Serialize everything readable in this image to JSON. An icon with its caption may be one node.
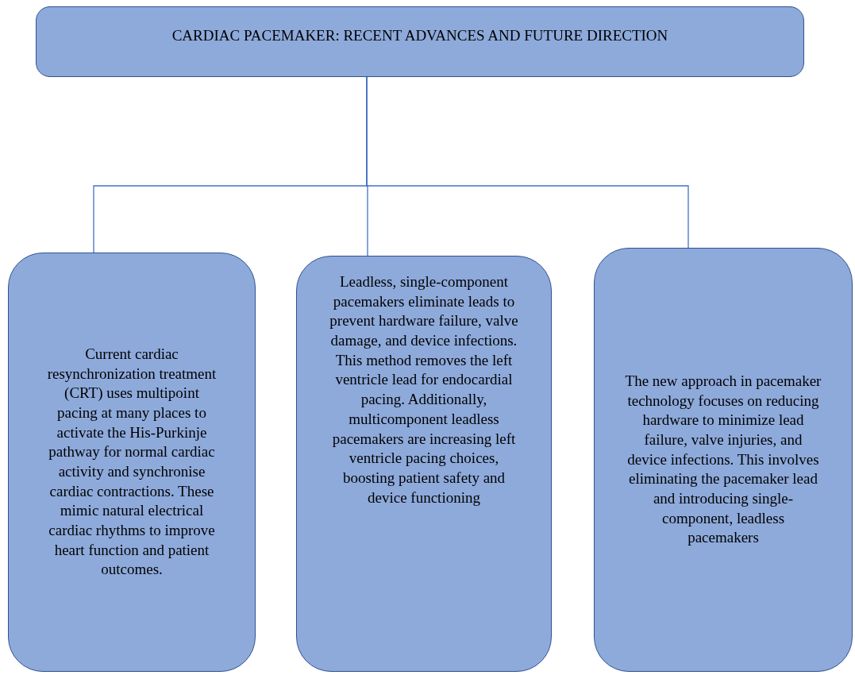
{
  "diagram": {
    "nodes": [
      {
        "text": [
          "CARDIAC PACEMAKER: RECENT ADVANCES AND FUTURE DIRECTION"
        ]
      },
      {
        "text": [
          "Current cardiac resynchronization treatment (CRT) uses multipoint pacing at many places to activate the His-Purkinje pathway for normal cardiac activity and synchronise cardiac contractions. These mimic natural electrical cardiac rhythms to improve heart function and patient outcomes."
        ]
      },
      {
        "text": [
          "Leadless, single-component pacemakers eliminate leads to prevent hardware failure, valve damage, and device infections. This method removes the left ventricle lead for endocardial pacing. Additionally, multicomponent leadless pacemakers are increasing left ventricle pacing choices, boosting patient safety and device functioning"
        ]
      },
      {
        "text": [
          "The new approach in pacemaker technology focuses on reducing hardware to minimize lead failure, valve injuries, and device infections. This involves eliminating the pacemaker lead and introducing single-component, leadless pacemakers"
        ]
      }
    ],
    "edges": [
      {
        "from": 0,
        "to": 1,
        "arrow": "none"
      },
      {
        "from": 0,
        "to": 2,
        "arrow": "none"
      },
      {
        "from": 0,
        "to": 3,
        "arrow": "none"
      }
    ]
  }
}
